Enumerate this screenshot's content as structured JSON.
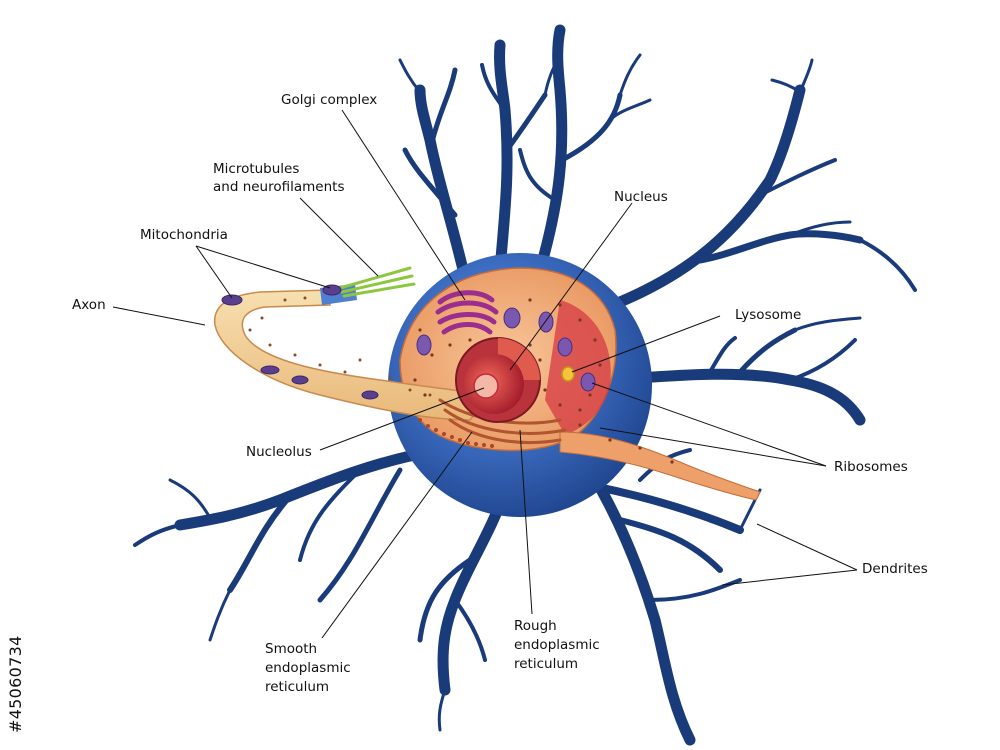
{
  "labels": {
    "golgi_complex": "Golgi complex",
    "microtubules": "Microtubules",
    "neurofilaments": "and neurofilaments",
    "mitochondria": "Mitochondria",
    "axon": "Axon",
    "nucleus": "Nucleus",
    "lysosome": "Lysosome",
    "nucleolus": "Nucleolus",
    "ribosomes": "Ribosomes",
    "dendrites": "Dendrites",
    "smooth_er_1": "Smooth",
    "smooth_er_2": "endoplasmic",
    "smooth_er_3": "reticulum",
    "rough_er_1": "Rough",
    "rough_er_2": "endoplasmic",
    "rough_er_3": "reticulum"
  },
  "watermark": "#45060734",
  "colors": {
    "dendrite_blue": "#1a3b7a",
    "soma_blue": "#2f5fb3",
    "cytoplasm": "#f2b07a",
    "axon_tan": "#f3d39a",
    "golgi": "#9b2d8f",
    "nucleus_red": "#c9283a",
    "microtubule_green": "#8dc63f"
  }
}
